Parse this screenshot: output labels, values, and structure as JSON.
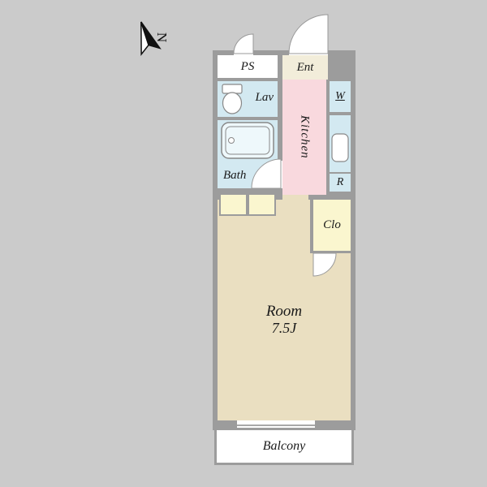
{
  "colors": {
    "background": "#cbcbcb",
    "wall": "#9c9c9c",
    "white": "#ffffff",
    "water": "#d3e9f1",
    "kitchen": "#f9d9de",
    "entrance": "#f2edda",
    "closet": "#faf6cf",
    "room": "#eadfc1",
    "text": "#1a1a1a"
  },
  "compass": {
    "label": "N"
  },
  "rooms": {
    "ps": {
      "label": "PS"
    },
    "ent": {
      "label": "Ent"
    },
    "lav": {
      "label": "Lav"
    },
    "bath": {
      "label": "Bath"
    },
    "kitchen": {
      "label": "Kitchen"
    },
    "washer": {
      "label": "W"
    },
    "refrigerator": {
      "label": "R"
    },
    "closet": {
      "label": "Clo"
    },
    "main_room": {
      "label": "Room",
      "size": "7.5J"
    },
    "balcony": {
      "label": "Balcony"
    }
  }
}
